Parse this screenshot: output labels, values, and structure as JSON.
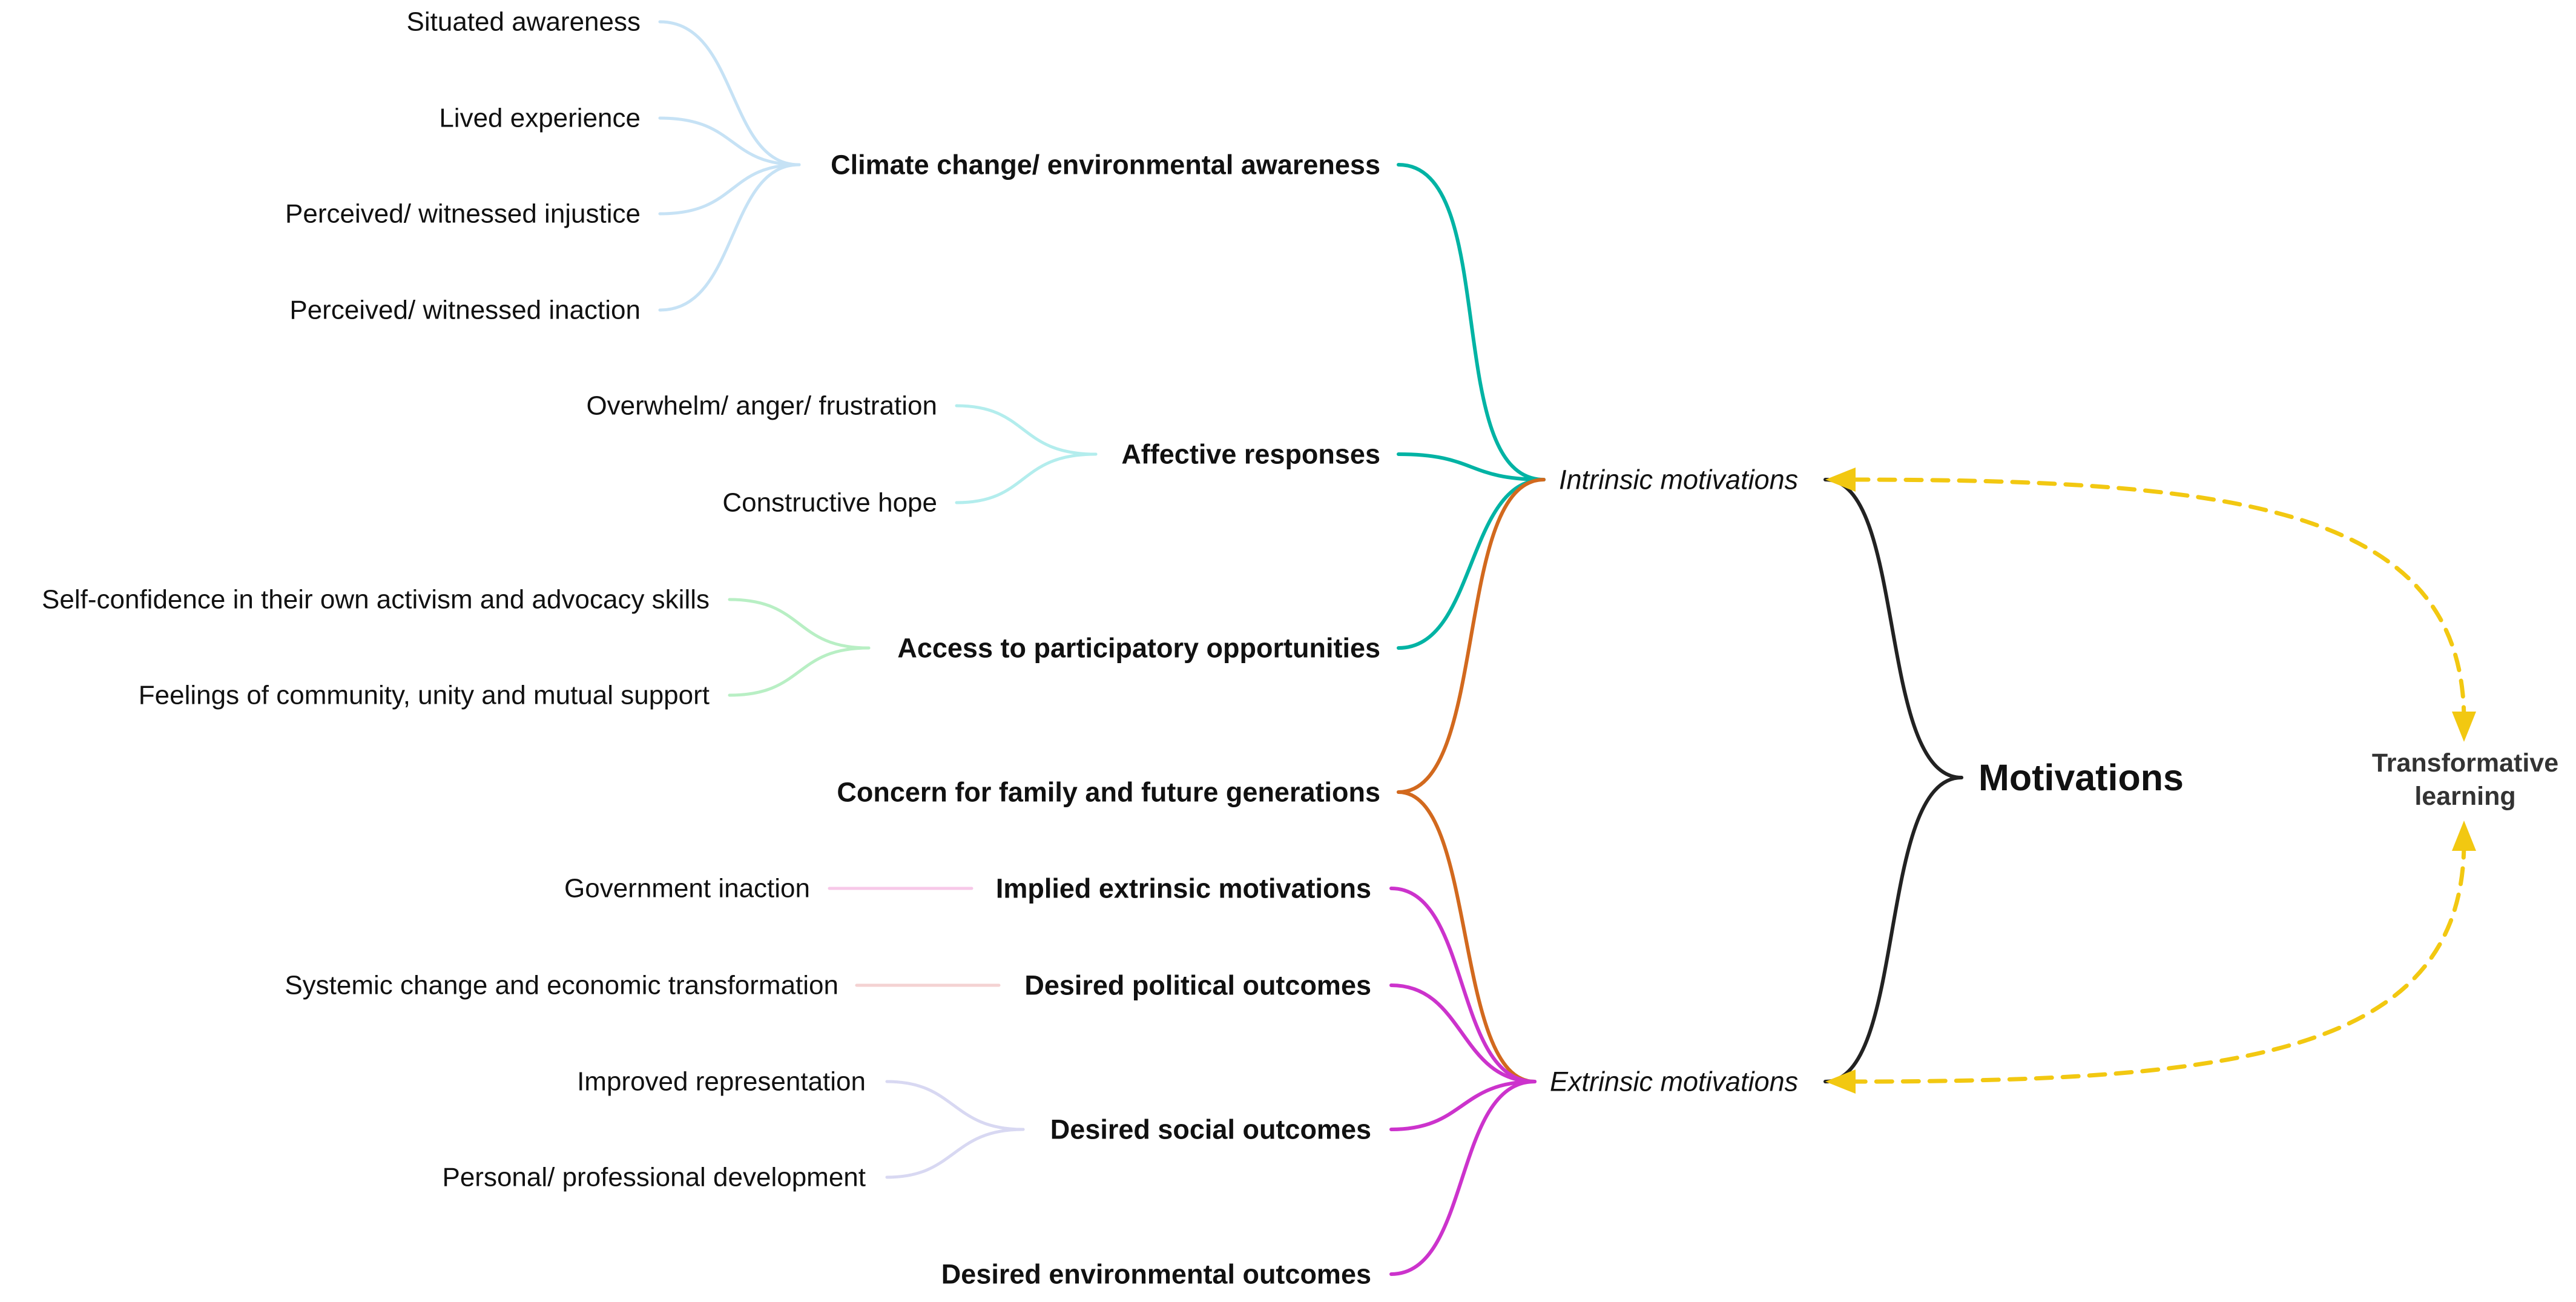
{
  "root": {
    "label": "Motivations"
  },
  "side_node": {
    "line1": "Transformative",
    "line2": "learning"
  },
  "motivations": {
    "intrinsic": "Intrinsic motivations",
    "extrinsic": "Extrinsic motivations"
  },
  "intrinsic_themes": [
    {
      "label": "Climate change/ environmental awareness",
      "leaves": [
        "Situated awareness",
        "Lived experience",
        "Perceived/ witnessed injustice",
        "Perceived/ witnessed inaction"
      ]
    },
    {
      "label": "Affective responses",
      "leaves": [
        "Overwhelm/ anger/ frustration",
        "Constructive hope"
      ]
    },
    {
      "label": "Access to participatory opportunities",
      "leaves": [
        "Self-confidence in their own activism and advocacy skills",
        "Feelings of community, unity and mutual support"
      ]
    }
  ],
  "shared_theme": {
    "label": "Concern for family and future generations"
  },
  "extrinsic_themes": [
    {
      "label": "Implied extrinsic motivations",
      "leaves": [
        "Government inaction"
      ]
    },
    {
      "label": "Desired political outcomes",
      "leaves": [
        "Systemic change and economic transformation"
      ]
    },
    {
      "label": "Desired social outcomes",
      "leaves": [
        "Improved representation",
        "Personal/ professional development"
      ]
    },
    {
      "label": "Desired environmental outcomes",
      "leaves": []
    }
  ],
  "colors": {
    "intrinsic_branch": "#00b3a4",
    "extrinsic_branch": "#cc33cc",
    "shared_branch": "#d2691e",
    "root_branch": "#222222",
    "dashed_arrow": "#f2c811",
    "leaf_awareness": "#c6e2f5",
    "leaf_affective": "#b3eded",
    "leaf_participatory": "#b8efc4",
    "leaf_implied": "#f7c8e8",
    "leaf_political": "#f4d2d2",
    "leaf_social": "#d8d8f2"
  }
}
